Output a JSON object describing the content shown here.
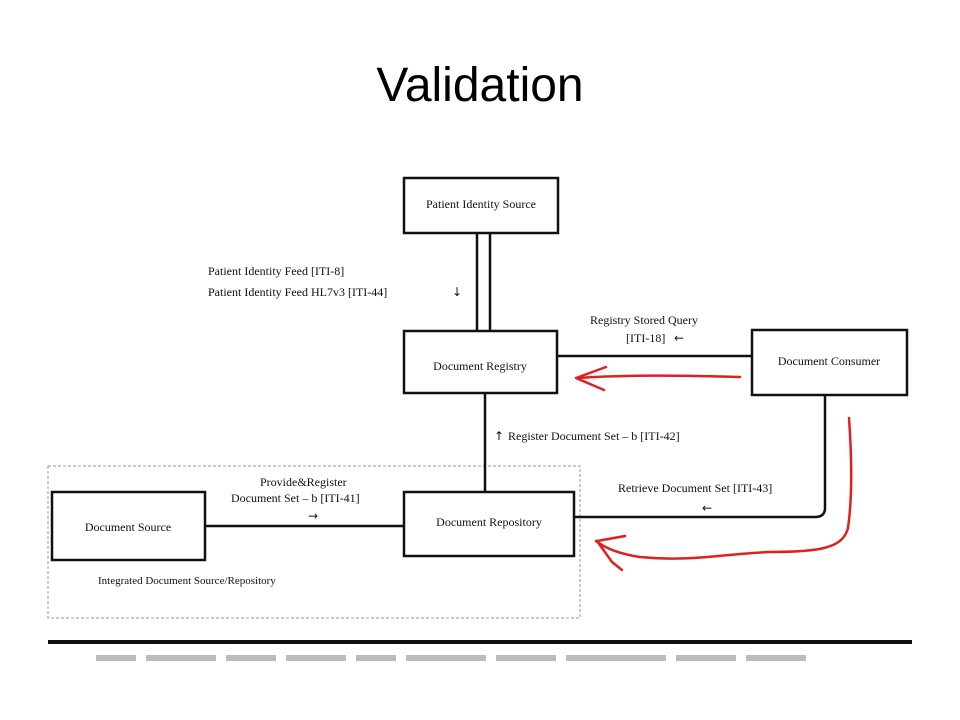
{
  "slide": {
    "title": "Validation"
  },
  "actors": {
    "patient_identity_source": "Patient Identity Source",
    "document_registry": "Document Registry",
    "document_consumer": "Document Consumer",
    "document_source": "Document Source",
    "document_repository": "Document Repository"
  },
  "transactions": {
    "pi_feed_line1": "Patient Identity Feed [ITI-8]",
    "pi_feed_line2": "Patient Identity Feed HL7v3 [ITI-44]",
    "registry_query_line1": "Registry Stored Query",
    "registry_query_line2": "[ITI-18]",
    "register_doc_set": "Register Document Set – b [ITI-42]",
    "provide_register_line1": "Provide&Register",
    "provide_register_line2": "Document Set – b [ITI-41]",
    "retrieve_doc_set": "Retrieve Document Set [ITI-43]"
  },
  "glyphs": {
    "down_arrow": "↓",
    "left_arrow": "←",
    "up_arrow": "↑",
    "right_arrow": "→"
  },
  "group": {
    "label": "Integrated Document Source/Repository"
  },
  "colors": {
    "annotation": "#e02020",
    "line": "#111111",
    "dashed": "#999999"
  }
}
